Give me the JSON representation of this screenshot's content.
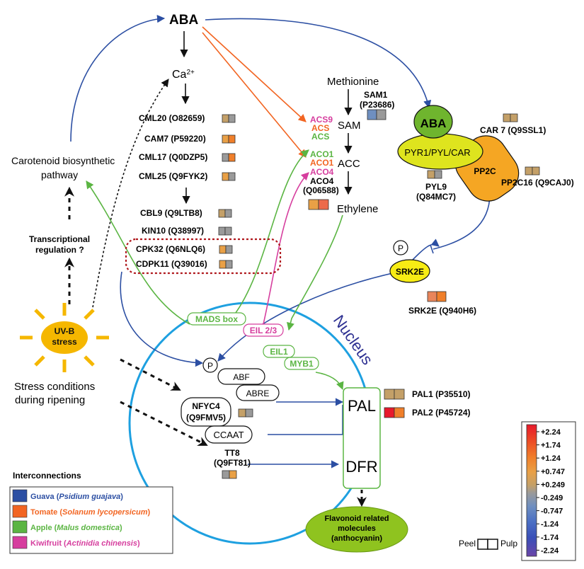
{
  "nodes": {
    "aba_top": "ABA",
    "ca": "Ca",
    "ca_sup": "2+",
    "methionine": "Methionine",
    "sam": "SAM",
    "acc": "ACC",
    "ethylene": "Ethylene",
    "carotenoid_line1": "Carotenoid biosynthetic",
    "carotenoid_line2": "pathway",
    "transcriptional_line1": "Transcriptional",
    "transcriptional_line2": "regulation ?",
    "uvb_line1": "UV-B",
    "uvb_line2": "stress",
    "stress_line1": "Stress conditions",
    "stress_line2": "during ripening",
    "nucleus": "Nucleus",
    "aba_receptor": "ABA",
    "pyr": "PYR1/PYL/CAR",
    "pp2c": "PP2C",
    "srk2e": "SRK2E",
    "p": "P",
    "mads": "MADS box",
    "eil23": "EIL 2/3",
    "eil1": "EIL1",
    "myb1": "MYB1",
    "abf": "ABF",
    "abre": "ABRE",
    "ccaat": "CCAAT",
    "pal": "PAL",
    "dfr": "DFR",
    "flavonoid_line1": "Flavonoid related",
    "flavonoid_line2": "molecules",
    "flavonoid_line3": "(anthocyanin)"
  },
  "genes": {
    "cml20": "CML20 (O82659)",
    "cam7": "CAM7 (P59220)",
    "cml17": "CML17 (Q0DZP5)",
    "cml25": "CML25 (Q9FYK2)",
    "cbl9": "CBL9 (Q9LTB8)",
    "kin10": "KIN10 (Q38997)",
    "cpk32": "CPK32 (Q6NLQ6)",
    "cdpk11": "CDPK11 (Q39016)",
    "sam1_line1": "SAM1",
    "sam1_line2": "(P23686)",
    "acs9": "ACS9",
    "acs_tomato": "ACS",
    "acs_apple": "ACS",
    "aco1_apple": "ACO1",
    "aco1_tomato": "ACO1",
    "aco4_kiwi": "ACO4",
    "aco4_line1": "ACO4",
    "aco4_line2": "(Q06588)",
    "car7": "CAR 7 (Q9SSL1)",
    "pyl9_line1": "PYL9",
    "pyl9_line2": "(Q84MC7)",
    "pp2c16": "PP2C16 (Q9CAJ0)",
    "srk2e_gene": "SRK2E (Q940H6)",
    "nfyc4_line1": "NFYC4",
    "nfyc4_line2": "(Q9FMV5)",
    "tt8_line1": "TT8",
    "tt8_line2": "(Q9FT81)",
    "pal1": "PAL1 (P35510)",
    "pal2": "PAL2 (P45724)"
  },
  "legend": {
    "title": "Interconnections",
    "items": [
      {
        "color": "#2c4fa3",
        "name": "Guava",
        "latin": "Psidium guajava"
      },
      {
        "color": "#f26522",
        "name": "Tomate",
        "latin": "Solanum lycopersicum"
      },
      {
        "color": "#5bb543",
        "name": "Apple",
        "latin": "Malus domestica"
      },
      {
        "color": "#d63e9e",
        "name": "Kiwifruit",
        "latin": "Actinidia chinensis"
      }
    ]
  },
  "peel_pulp": {
    "peel": "Peel",
    "pulp": "Pulp"
  },
  "scale": {
    "labels": [
      "+2.24",
      "+1.74",
      "+1.24",
      "+0.747",
      "+0.249",
      "-0.249",
      "-0.747",
      "-1.24",
      "-1.74",
      "-2.24"
    ],
    "colors": [
      "#e8192c",
      "#ec4a26",
      "#f07f2a",
      "#e9a046",
      "#c4a068",
      "#9a9a9a",
      "#6f8fc0",
      "#4b6fc4",
      "#3a4fb8",
      "#4a3fa8",
      "#6a45a8"
    ]
  },
  "colors": {
    "guava": "#2c4fa3",
    "tomato": "#f26522",
    "apple": "#5bb543",
    "kiwi": "#d63e9e",
    "nucleus": "#1ea0e0",
    "aba_green": "#6fb52e",
    "pyr_yellow": "#dee41e",
    "pp2c_orange": "#f5a623",
    "srk2e_yellow": "#f7ec14",
    "flavonoid": "#8fc31f",
    "uvb_sun": "#f5b700"
  }
}
